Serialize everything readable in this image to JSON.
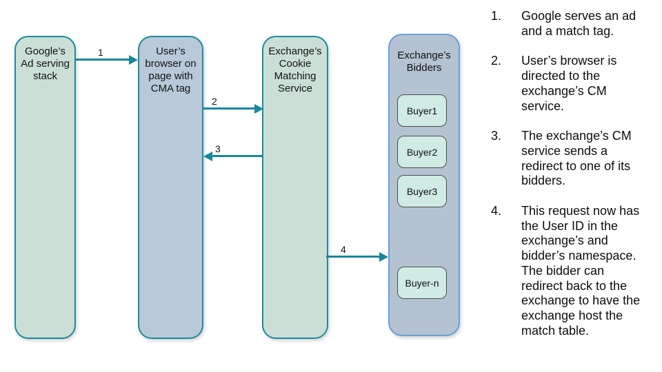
{
  "colors": {
    "node_border_teal": "#1a8a9f",
    "node_fill_green": "#cbdfd7",
    "node_fill_bluegray": "#b9c9d9",
    "bidders_fill": "#b5c2d1",
    "bidders_border_blue": "#63a0dc",
    "buyer_fill": "#d0eae4",
    "buyer_border": "#4d4d4d",
    "arrow_teal": "#17879c",
    "background": "#ffffff"
  },
  "nodes": [
    {
      "label": "Google’s\nAd serving\nstack"
    },
    {
      "label": "User’s\nbrowser on\npage with\nCMA tag"
    },
    {
      "label": "Exchange’s\nCookie\nMatching\nService"
    },
    {
      "label": "Exchange’s\nBidders"
    }
  ],
  "buyers": [
    {
      "label": "Buyer1"
    },
    {
      "label": "Buyer2"
    },
    {
      "label": "Buyer3"
    },
    {
      "label": "Buyer-n"
    }
  ],
  "arrows": [
    {
      "label": "1",
      "from": "google-ad-stack",
      "to": "user-browser"
    },
    {
      "label": "2",
      "from": "user-browser",
      "to": "cookie-matching-service"
    },
    {
      "label": "3",
      "from": "cookie-matching-service",
      "to": "user-browser"
    },
    {
      "label": "4",
      "from": "cookie-matching-service",
      "to": "exchange-bidders"
    }
  ],
  "steps": [
    {
      "num": "1.",
      "text": "Google serves an ad\nand a match tag."
    },
    {
      "num": "2.",
      "text": "User’s browser is\ndirected to the\nexchange’s CM\nservice."
    },
    {
      "num": "3.",
      "text": "The exchange’s CM\nservice sends a\nredirect to one of its\nbidders."
    },
    {
      "num": "4.",
      "text": "This request now has\nthe User ID in the\nexchange’s and\nbidder’s namespace.\nThe bidder can\nredirect back to the\nexchange to have the\nexchange host the\nmatch table."
    }
  ]
}
